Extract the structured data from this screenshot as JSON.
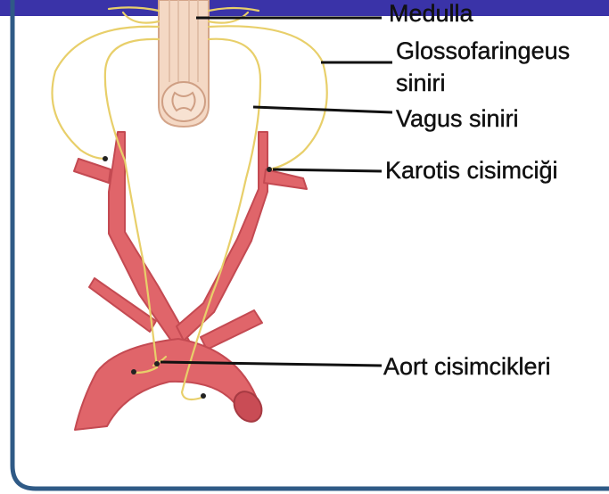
{
  "labels": {
    "medulla": "Medulla",
    "glosso_line1": "Glossofaringeus",
    "glosso_line2": "siniri",
    "vagus": "Vagus siniri",
    "karotis": "Karotis cisimciği",
    "aort": "Aort cisimcikleri"
  },
  "colors": {
    "header_bar": "#3a33a8",
    "frame_border": "#2f5a86",
    "artery_fill": "#e0656a",
    "artery_outline": "#c44a52",
    "nerve": "#e8cf6a",
    "cord_fill": "#f4d8c4",
    "cord_outline": "#d4a58a",
    "pointer_line": "#111111"
  }
}
